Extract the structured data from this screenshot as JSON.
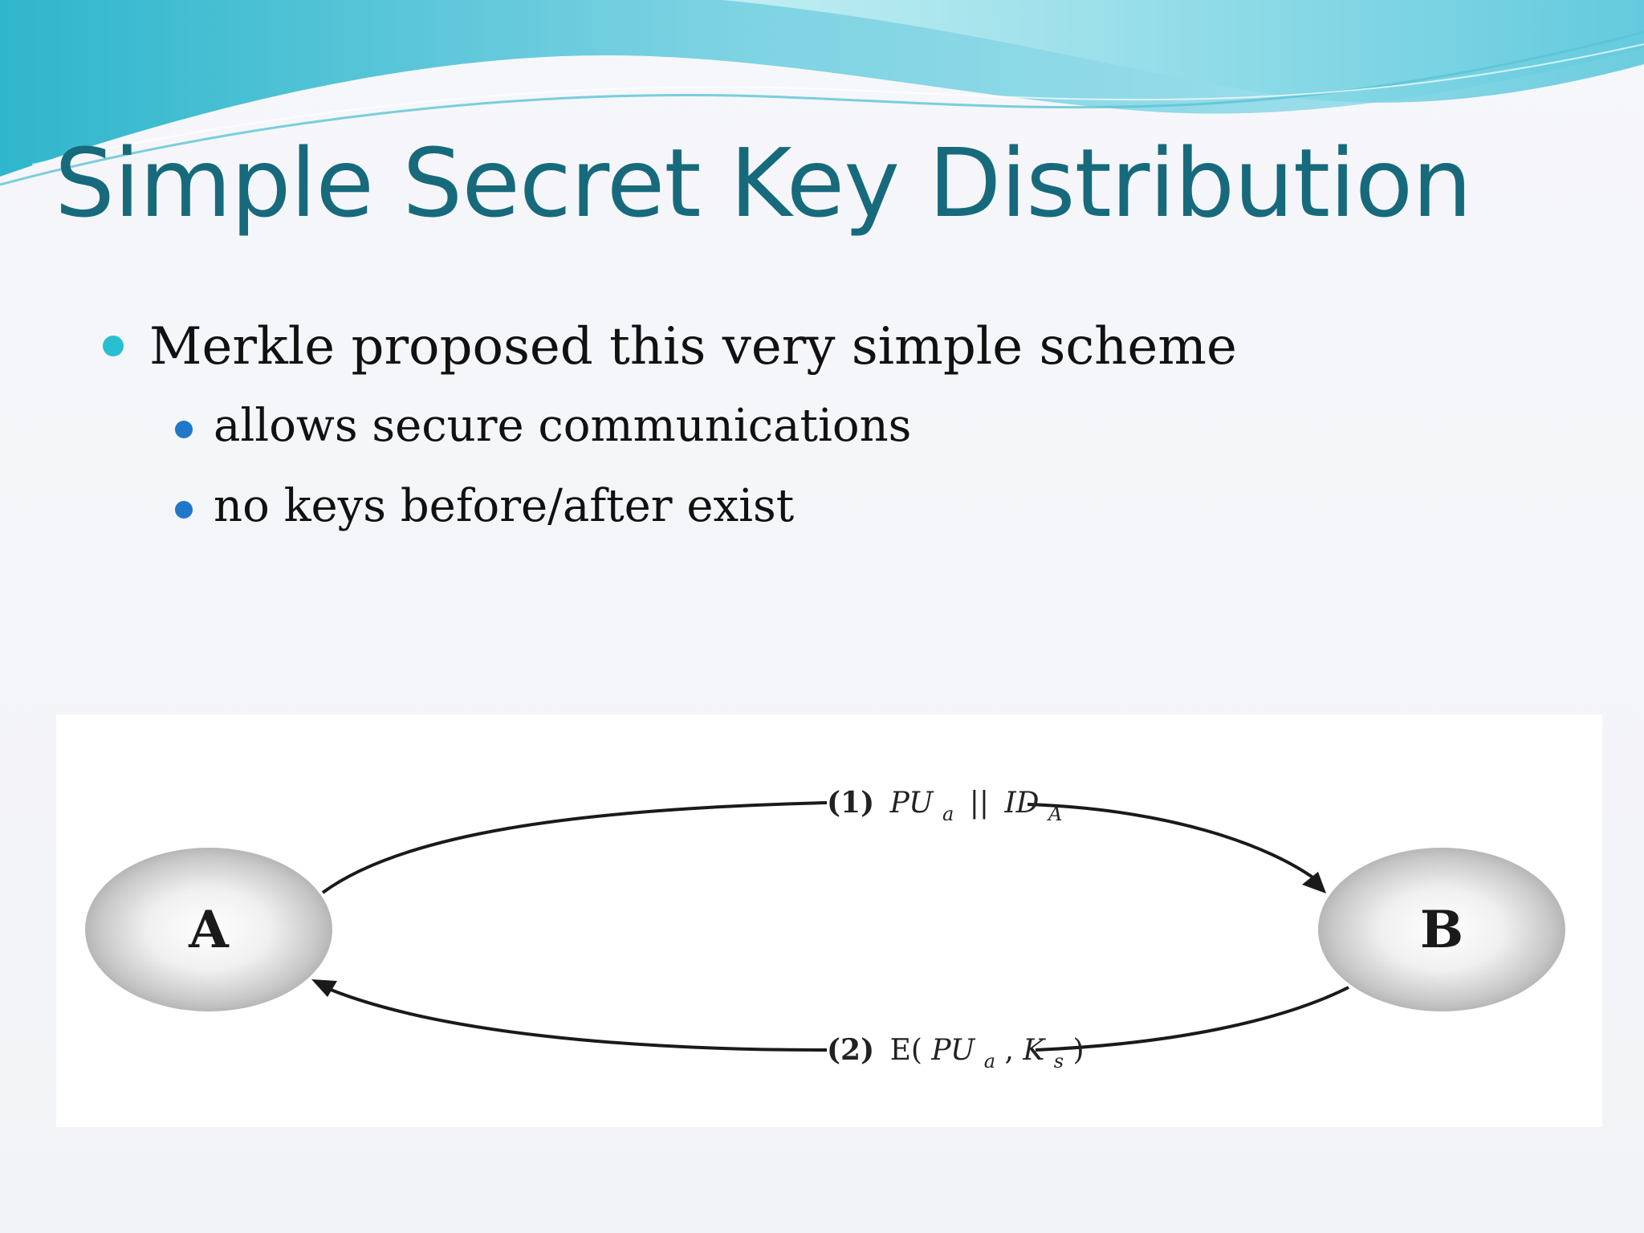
{
  "slide": {
    "title": "Simple Secret Key Distribution",
    "bullets": [
      {
        "level": 1,
        "text": "Merkle proposed this very simple scheme"
      },
      {
        "level": 2,
        "text": "allows secure communications"
      },
      {
        "level": 2,
        "text": "no keys before/after exist"
      }
    ],
    "colors": {
      "title": "#176a7c",
      "bullet_level1": "#28c0d0",
      "bullet_level2": "#1f78c8",
      "header_wave_light": "#b9eef2",
      "header_wave_mid": "#6fd2e0",
      "header_wave_dark": "#3fb3c8"
    }
  },
  "diagram": {
    "nodes": [
      {
        "id": "A",
        "label": "A"
      },
      {
        "id": "B",
        "label": "B"
      }
    ],
    "messages": [
      {
        "step": "(1)",
        "from": "A",
        "to": "B",
        "parts": {
          "pu": "PU",
          "pu_sub": "a",
          "concat": "||",
          "id": "ID",
          "id_sub": "A"
        }
      },
      {
        "step": "(2)",
        "from": "B",
        "to": "A",
        "parts": {
          "func": "E(",
          "pu": "PU",
          "pu_sub": "a",
          "comma": ", ",
          "k": "K",
          "k_sub": "s",
          "close": ")"
        }
      }
    ]
  }
}
